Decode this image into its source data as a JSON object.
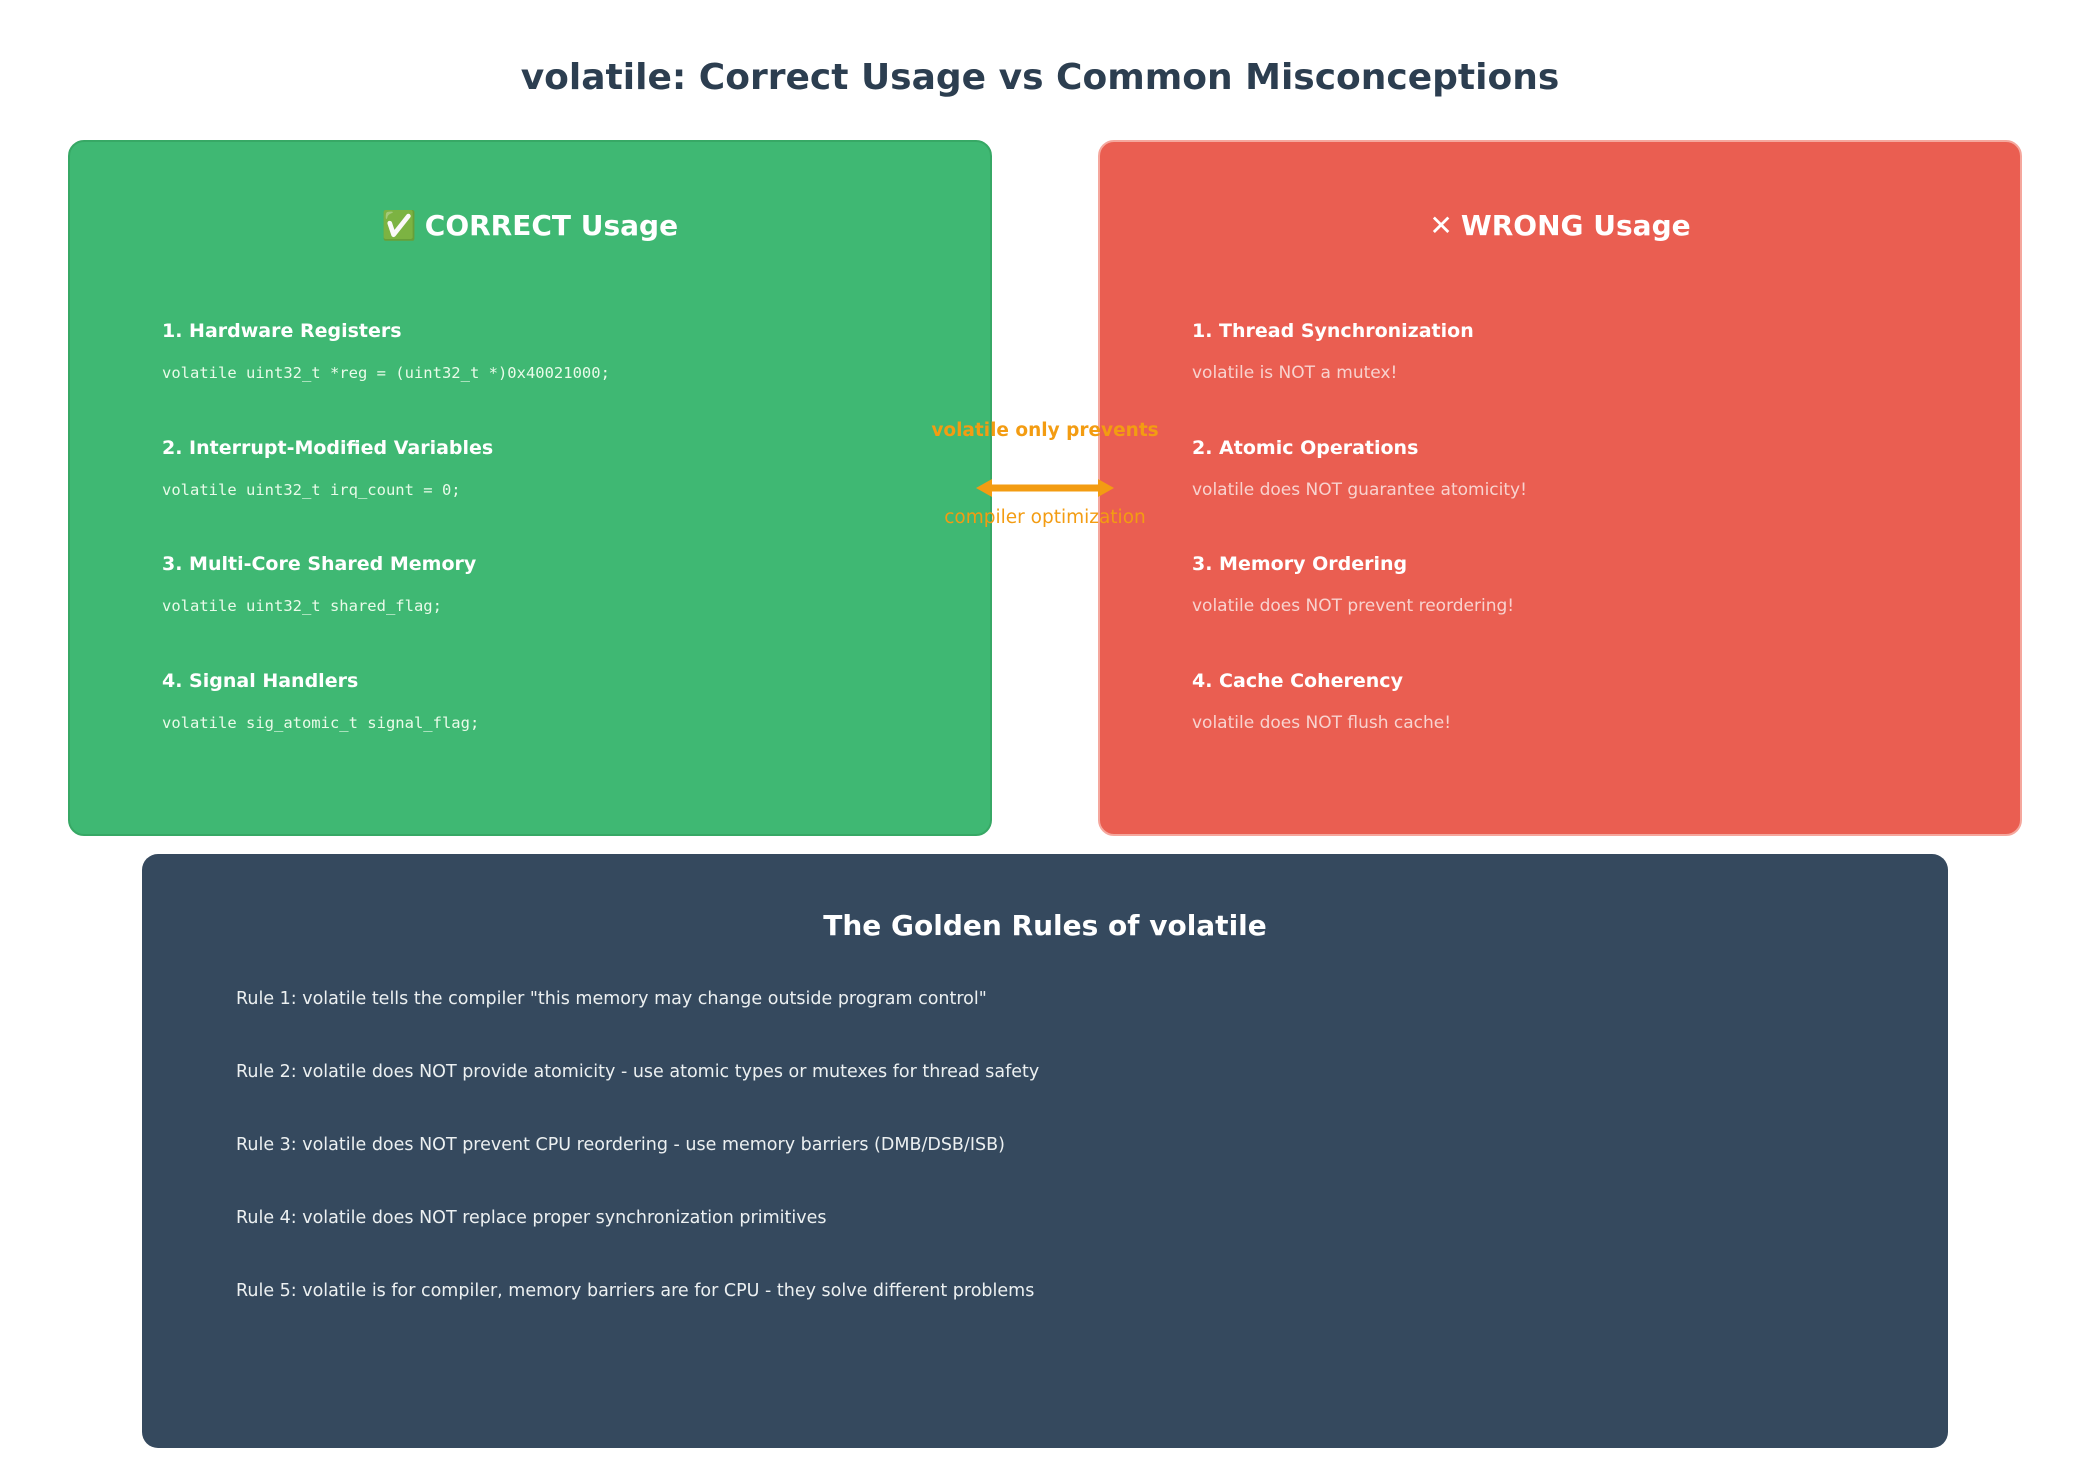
{
  "title": "volatile: Correct Usage vs Common Misconceptions",
  "correct": {
    "icon": "✅",
    "icon_name": "check-mark-icon",
    "heading": "CORRECT Usage",
    "color": "#3fb873",
    "items": [
      {
        "title": "1. Hardware Registers",
        "code": "volatile uint32_t *reg = (uint32_t *)0x40021000;"
      },
      {
        "title": "2. Interrupt-Modified Variables",
        "code": "volatile uint32_t irq_count = 0;"
      },
      {
        "title": "3. Multi-Core Shared Memory",
        "code": "volatile uint32_t shared_flag;"
      },
      {
        "title": "4. Signal Handlers",
        "code": "volatile sig_atomic_t signal_flag;"
      }
    ]
  },
  "wrong": {
    "icon": "✕",
    "icon_name": "cross-mark-icon",
    "heading": "WRONG Usage",
    "color": "#ea5e51",
    "items": [
      {
        "title": "1. Thread Synchronization",
        "note": "volatile is NOT a mutex!"
      },
      {
        "title": "2. Atomic Operations",
        "note": "volatile does NOT guarantee atomicity!"
      },
      {
        "title": "3. Memory Ordering",
        "note": "volatile does NOT prevent reordering!"
      },
      {
        "title": "4. Cache Coherency",
        "note": "volatile does NOT flush cache!"
      }
    ]
  },
  "connector": {
    "top_label": "volatile only prevents",
    "bottom_label": "compiler optimization",
    "color": "#f39c12"
  },
  "rules": {
    "heading": "The Golden Rules of volatile",
    "color": "#35495e",
    "items": [
      "Rule 1: volatile tells the compiler \"this memory may change outside program control\"",
      "Rule 2: volatile does NOT provide atomicity - use atomic types or mutexes for thread safety",
      "Rule 3: volatile does NOT prevent CPU reordering - use memory barriers (DMB/DSB/ISB)",
      "Rule 4: volatile does NOT replace proper synchronization primitives",
      "Rule 5: volatile is for compiler, memory barriers are for CPU - they solve different problems"
    ]
  }
}
